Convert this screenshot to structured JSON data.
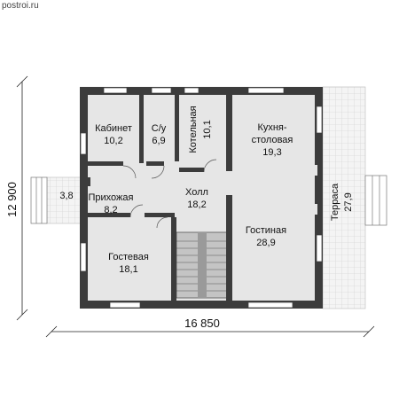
{
  "watermark": "postroi.ru",
  "dimensions": {
    "width": "16 850",
    "height": "12 900"
  },
  "rooms": {
    "kabinet": {
      "name": "Кабинет",
      "area": "10,2"
    },
    "su": {
      "name": "С/у",
      "area": "6,9"
    },
    "kotelnaya": {
      "name": "Котельная",
      "area": "10,1"
    },
    "kuhnya": {
      "name_line1": "Кухня-",
      "name_line2": "столовая",
      "area": "19,3"
    },
    "prihozhaya": {
      "name": "Прихожая",
      "area": "8,2"
    },
    "holl": {
      "name": "Холл",
      "area": "18,2"
    },
    "gostinaya": {
      "name": "Гостиная",
      "area": "28,9"
    },
    "gostevaya": {
      "name": "Гостевая",
      "area": "18,1"
    },
    "terrasa": {
      "name": "Терраса",
      "area": "27,9"
    },
    "porch": {
      "area": "3,8"
    }
  },
  "colors": {
    "wall": "#3c3c3c",
    "floor": "#e4e4e4",
    "tile_grid": "#d4d4d4",
    "window": "#ffffff"
  }
}
